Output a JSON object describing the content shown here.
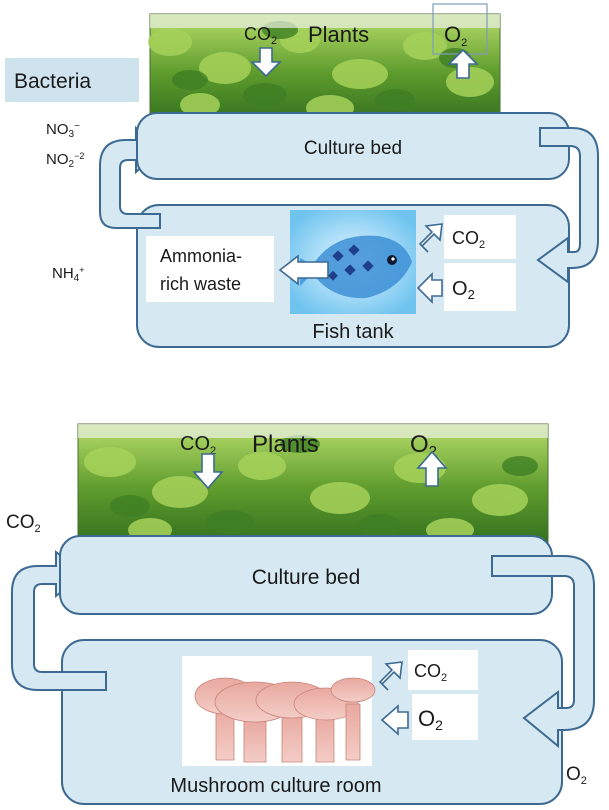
{
  "top_panel": {
    "plants_label": "Plants",
    "co2_label": "CO",
    "co2_sub": "2",
    "o2_label": "O",
    "o2_sub": "2",
    "bacteria_label": "Bacteria",
    "nitrate": {
      "base": "NO",
      "sub": "3",
      "sup": "−"
    },
    "nitrite": {
      "base": "NO",
      "sub": "2",
      "sup": "−2"
    },
    "ammonium": {
      "base": "NH",
      "sub": "4",
      "sup": "+"
    },
    "culture_bed_label": "Culture bed",
    "fish_tank_label": "Fish tank",
    "waste_line1": "Ammonia-",
    "waste_line2": "rich waste",
    "tank_co2": {
      "base": "CO",
      "sub": "2"
    },
    "tank_o2": {
      "base": "O",
      "sub": "2"
    }
  },
  "bottom_panel": {
    "plants_label": "Plants",
    "co2_label": "CO",
    "co2_sub": "2",
    "o2_label": "O",
    "o2_sub": "2",
    "side_co2": {
      "base": "CO",
      "sub": "2"
    },
    "side_o2": {
      "base": "O",
      "sub": "2"
    },
    "culture_bed_label": "Culture bed",
    "room_label": "Mushroom culture room",
    "room_co2": {
      "base": "CO",
      "sub": "2"
    },
    "room_o2": {
      "base": "O",
      "sub": "2"
    }
  },
  "colors": {
    "panel_fill": "#d6e9f2",
    "panel_stroke": "#3c6a92",
    "bacteria_fill": "#cfe3ee",
    "leaf_dark": "#2f6a1e",
    "leaf_mid": "#5c9a2c",
    "leaf_light": "#a7cf55",
    "mushroom": "#e3a59c"
  }
}
